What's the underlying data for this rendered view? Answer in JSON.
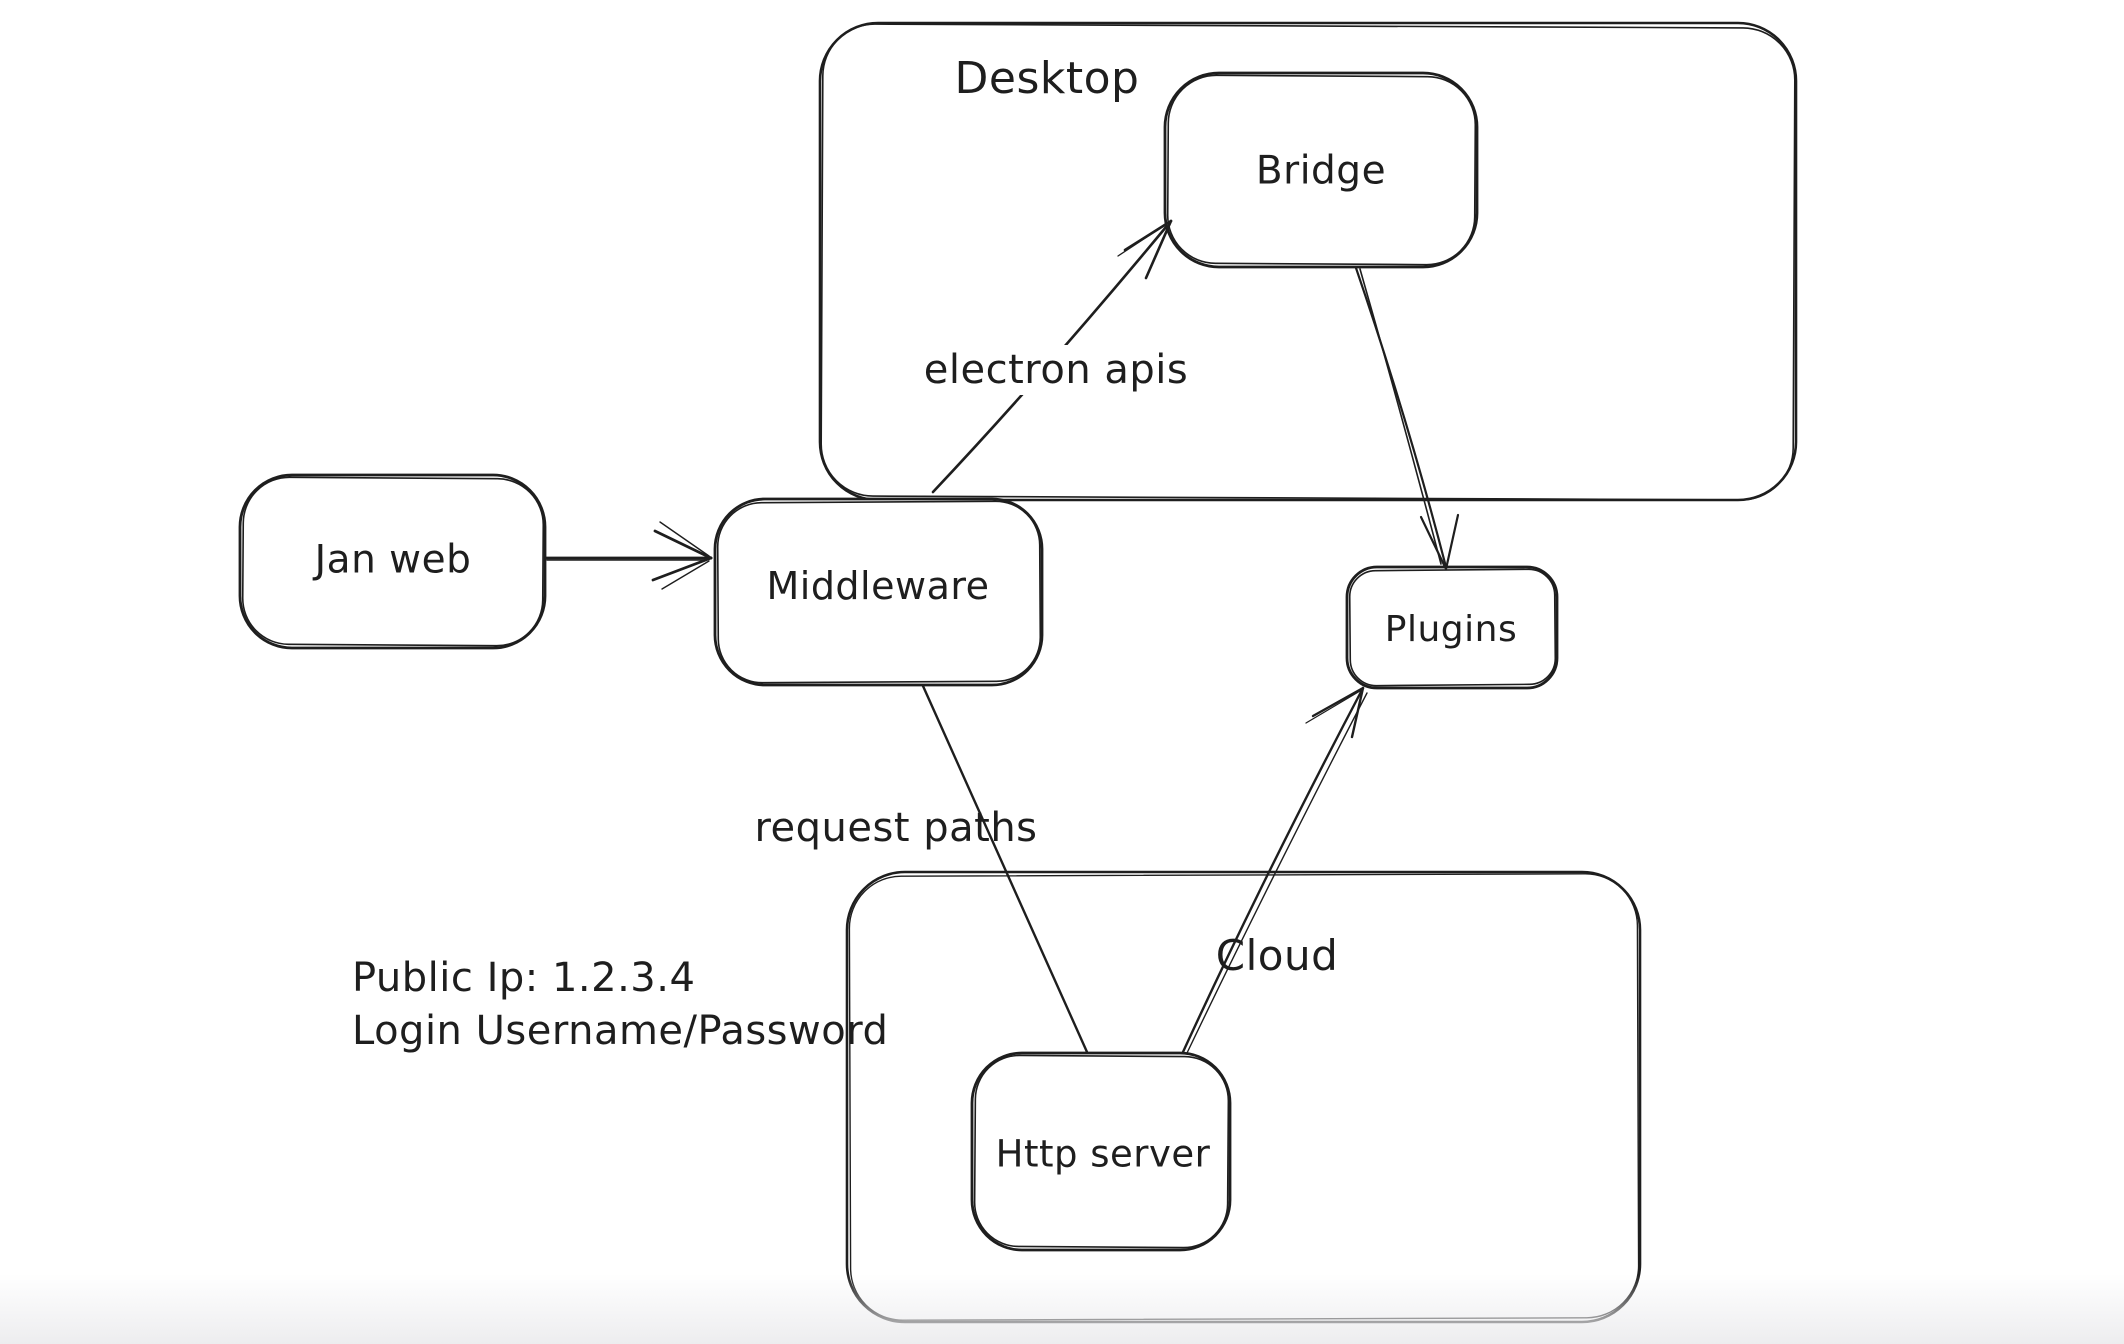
{
  "diagram": {
    "background": "#ffffff",
    "stroke_color": "#1e1e1e",
    "containers": {
      "desktop": {
        "label": "Desktop"
      },
      "cloud": {
        "label": "Cloud"
      }
    },
    "nodes": {
      "jan_web": {
        "label": "Jan web"
      },
      "middleware": {
        "label": "Middleware"
      },
      "bridge": {
        "label": "Bridge"
      },
      "plugins": {
        "label": "Plugins"
      },
      "http_server": {
        "label": "Http server"
      }
    },
    "edges": [
      {
        "from": "Jan web",
        "to": "Middleware",
        "label": ""
      },
      {
        "from": "Middleware",
        "to": "Bridge",
        "label": "electron apis"
      },
      {
        "from": "Bridge",
        "to": "Plugins",
        "label": ""
      },
      {
        "from": "Middleware",
        "to": "Http server",
        "label": "request paths"
      },
      {
        "from": "Http server",
        "to": "Plugins",
        "label": ""
      }
    ],
    "edge_labels": {
      "electron_apis": "electron apis",
      "request_paths": "request paths"
    },
    "notes": {
      "public_ip": "Public Ip: 1.2.3.4",
      "login": "Login Username/Password"
    }
  }
}
